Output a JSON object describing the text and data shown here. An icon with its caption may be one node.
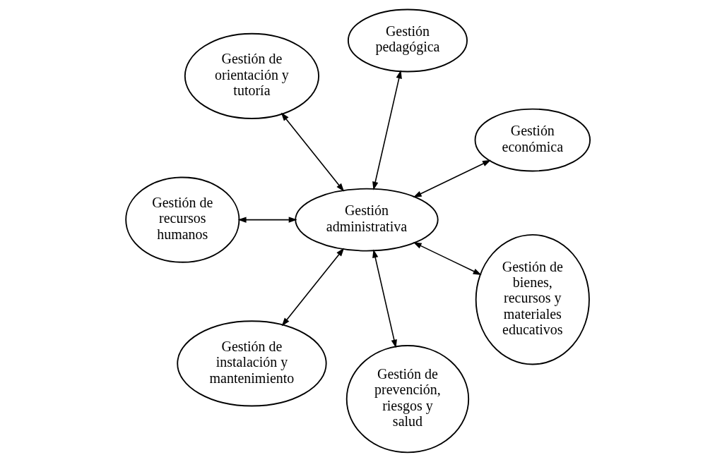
{
  "diagram": {
    "nodes": [
      {
        "text": [
          "Gestión económica"
        ]
      },
      {
        "text": [
          "Gestión pedagógica"
        ]
      },
      {
        "text": [
          "Gestión de orientación y tutoría"
        ]
      },
      {
        "text": [
          "Gestión administrativa"
        ]
      },
      {
        "text": [
          "Gestión de recursos humanos"
        ]
      },
      {
        "text": [
          "Gestión de instalación y mantenimiento"
        ]
      },
      {
        "text": [
          "Gestión de prevención, riesgos y salud"
        ]
      },
      {
        "text": [
          "Gestión de bienes, recursos y materiales educativos"
        ]
      }
    ],
    "edges": [
      {
        "from": 3,
        "to": 0,
        "arrow": "both"
      },
      {
        "from": 3,
        "to": 1,
        "arrow": "both"
      },
      {
        "from": 3,
        "to": 2,
        "arrow": "both"
      },
      {
        "from": 3,
        "to": 4,
        "arrow": "both"
      },
      {
        "from": 3,
        "to": 5,
        "arrow": "both"
      },
      {
        "from": 3,
        "to": 6,
        "arrow": "both"
      },
      {
        "from": 3,
        "to": 7,
        "arrow": "both"
      }
    ]
  }
}
